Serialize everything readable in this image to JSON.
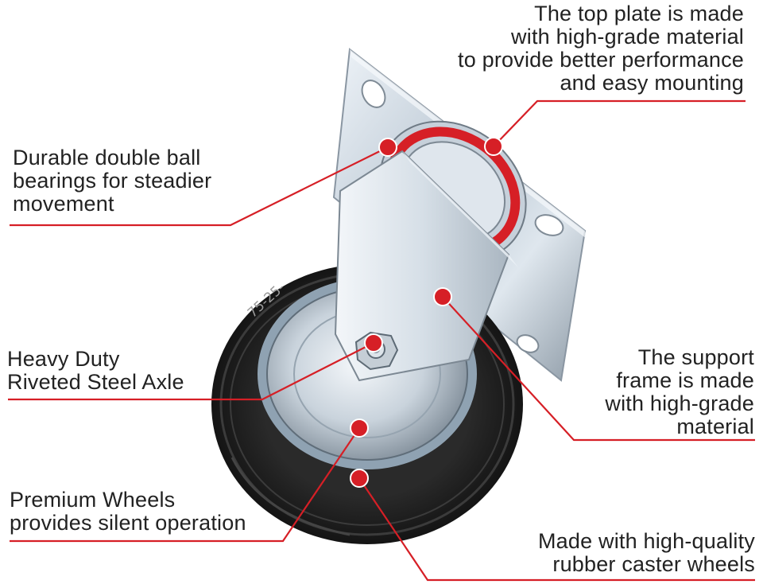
{
  "accent_color": "#d61f26",
  "callouts": {
    "top_plate": "The top plate is made\nwith high-grade material\nto provide better performance\nand easy mounting",
    "bearings": "Durable double ball\nbearings for steadier\nmovement",
    "axle": "Heavy Duty\nRiveted Steel Axle",
    "support_frame": "The support\nframe is made\nwith high-grade\nmaterial",
    "premium_wheels": "Premium Wheels\nprovides silent operation",
    "rubber_wheels": "Made with high-quality\nrubber caster wheels"
  },
  "wheel_marking": "75-25-"
}
